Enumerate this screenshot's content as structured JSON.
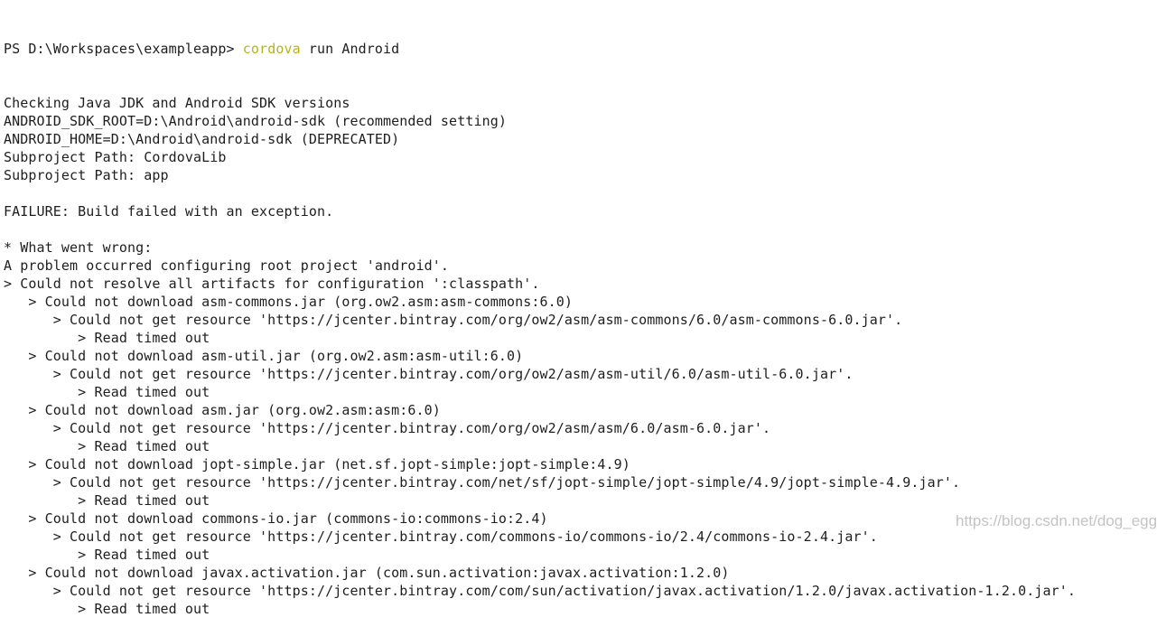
{
  "terminal": {
    "prompt": "PS D:\\Workspaces\\exampleapp> ",
    "command_name": "cordova",
    "command_args": " run Android",
    "colors": {
      "command": "#b5b51a",
      "text": "#1e1e1e",
      "background": "#ffffff"
    },
    "lines": [
      "Checking Java JDK and Android SDK versions",
      "ANDROID_SDK_ROOT=D:\\Android\\android-sdk (recommended setting)",
      "ANDROID_HOME=D:\\Android\\android-sdk (DEPRECATED)",
      "Subproject Path: CordovaLib",
      "Subproject Path: app",
      "",
      "FAILURE: Build failed with an exception.",
      "",
      "* What went wrong:",
      "A problem occurred configuring root project 'android'.",
      "> Could not resolve all artifacts for configuration ':classpath'.",
      "   > Could not download asm-commons.jar (org.ow2.asm:asm-commons:6.0)",
      "      > Could not get resource 'https://jcenter.bintray.com/org/ow2/asm/asm-commons/6.0/asm-commons-6.0.jar'.",
      "         > Read timed out",
      "   > Could not download asm-util.jar (org.ow2.asm:asm-util:6.0)",
      "      > Could not get resource 'https://jcenter.bintray.com/org/ow2/asm/asm-util/6.0/asm-util-6.0.jar'.",
      "         > Read timed out",
      "   > Could not download asm.jar (org.ow2.asm:asm:6.0)",
      "      > Could not get resource 'https://jcenter.bintray.com/org/ow2/asm/asm/6.0/asm-6.0.jar'.",
      "         > Read timed out",
      "   > Could not download jopt-simple.jar (net.sf.jopt-simple:jopt-simple:4.9)",
      "      > Could not get resource 'https://jcenter.bintray.com/net/sf/jopt-simple/jopt-simple/4.9/jopt-simple-4.9.jar'.",
      "         > Read timed out",
      "   > Could not download commons-io.jar (commons-io:commons-io:2.4)",
      "      > Could not get resource 'https://jcenter.bintray.com/commons-io/commons-io/2.4/commons-io-2.4.jar'.",
      "         > Read timed out",
      "   > Could not download javax.activation.jar (com.sun.activation:javax.activation:1.2.0)",
      "      > Could not get resource 'https://jcenter.bintray.com/com/sun/activation/javax.activation/1.2.0/javax.activation-1.2.0.jar'.",
      "         > Read timed out"
    ]
  },
  "watermark": "https://blog.csdn.net/dog_egg_"
}
